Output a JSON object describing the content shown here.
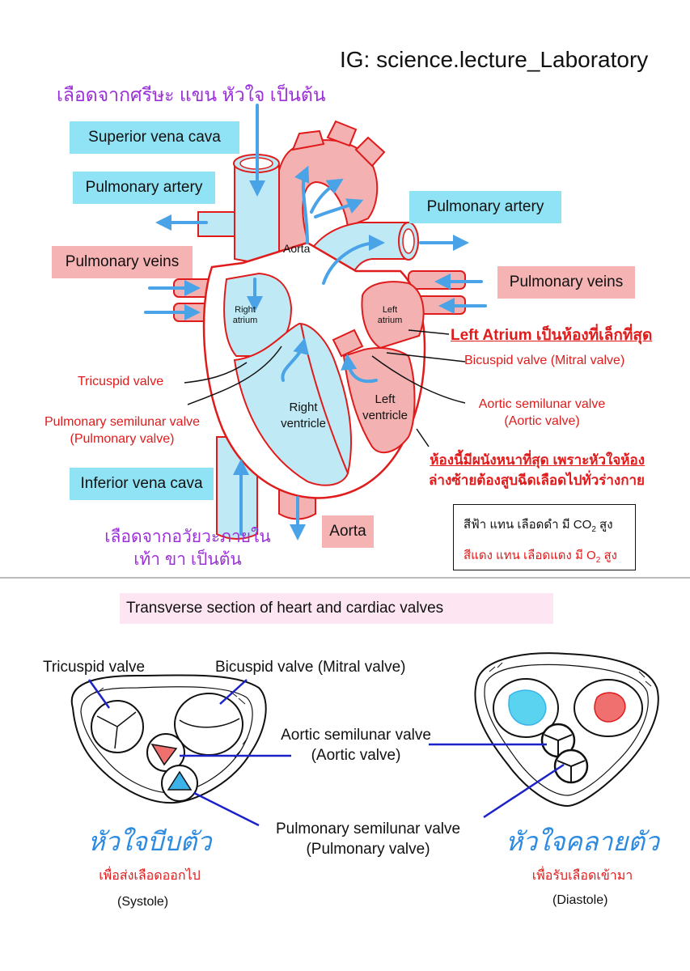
{
  "watermark": "IG: science.lecture_Laboratory",
  "heart": {
    "top_note": "เลือดจากศรีษะ แขน หัวใจ เป็นต้น",
    "superior_vena_cava": "Superior vena cava",
    "pulmonary_artery_left": "Pulmonary artery",
    "pulmonary_artery_right": "Pulmonary artery",
    "pulmonary_veins_left": "Pulmonary veins",
    "pulmonary_veins_right": "Pulmonary veins",
    "inferior_vena_cava": "Inferior vena cava",
    "aorta_box": "Aorta",
    "aorta_inner": "Aorta",
    "right_atrium": "Right atrium",
    "left_atrium": "Left atrium",
    "right_ventricle": "Right ventricle",
    "left_ventricle": "Left ventricle",
    "tricuspid_valve": "Tricuspid valve",
    "pulmonary_semilunar_valve": "Pulmonary semilunar valve",
    "pulmonary_valve": "(Pulmonary valve)",
    "left_atrium_note": "Left Atrium เป็นห้องที่เล็กที่สุด",
    "bicuspid_valve": "Bicuspid valve (Mitral valve)",
    "aortic_semilunar_valve": "Aortic semilunar valve",
    "aortic_valve": "(Aortic valve)",
    "lv_note_line1": "ห้องนี้มีผนังหนาที่สุด เพราะหัวใจห้อง",
    "lv_note_line2": "ล่างซ้ายต้องสูบฉีดเลือดไปทั่วร่างกาย",
    "bottom_note_line1": "เลือดจากอวัยวะภายใน",
    "bottom_note_line2": "เท้า ขา เป็นต้น"
  },
  "legend": {
    "blue_prefix": "สีฟ้า แทน เลือดดำ มี CO",
    "blue_sub": "2",
    "blue_suffix": " สูง",
    "red_prefix": "สีแดง แทน เลือดแดง มี O",
    "red_sub": "2",
    "red_suffix": " สูง"
  },
  "section": {
    "title": "Transverse section of heart and cardiac valves",
    "tricuspid_valve": "Tricuspid valve",
    "bicuspid_valve": "Bicuspid valve (Mitral valve)",
    "aortic_semilunar_valve": "Aortic semilunar valve",
    "aortic_valve": "(Aortic valve)",
    "pulmonary_semilunar_valve": "Pulmonary semilunar valve",
    "pulmonary_valve": "(Pulmonary valve)",
    "systole_thai": "หัวใจบีบตัว",
    "systole_thai_sub": "เพื่อส่งเลือดออกไป",
    "systole": "(Systole)",
    "diastole_thai": "หัวใจคลายตัว",
    "diastole_thai_sub": "เพื่อรับเลือดเข้ามา",
    "diastole": "(Diastole)"
  },
  "colors": {
    "venous_blue": "#bfeaf5",
    "arterial_pink": "#f4b1b1",
    "outline_red": "#e01b1b",
    "arrow_blue": "#4aa3e6",
    "pointer_blue": "#1a22c8",
    "note_purple": "#9b30d8"
  }
}
